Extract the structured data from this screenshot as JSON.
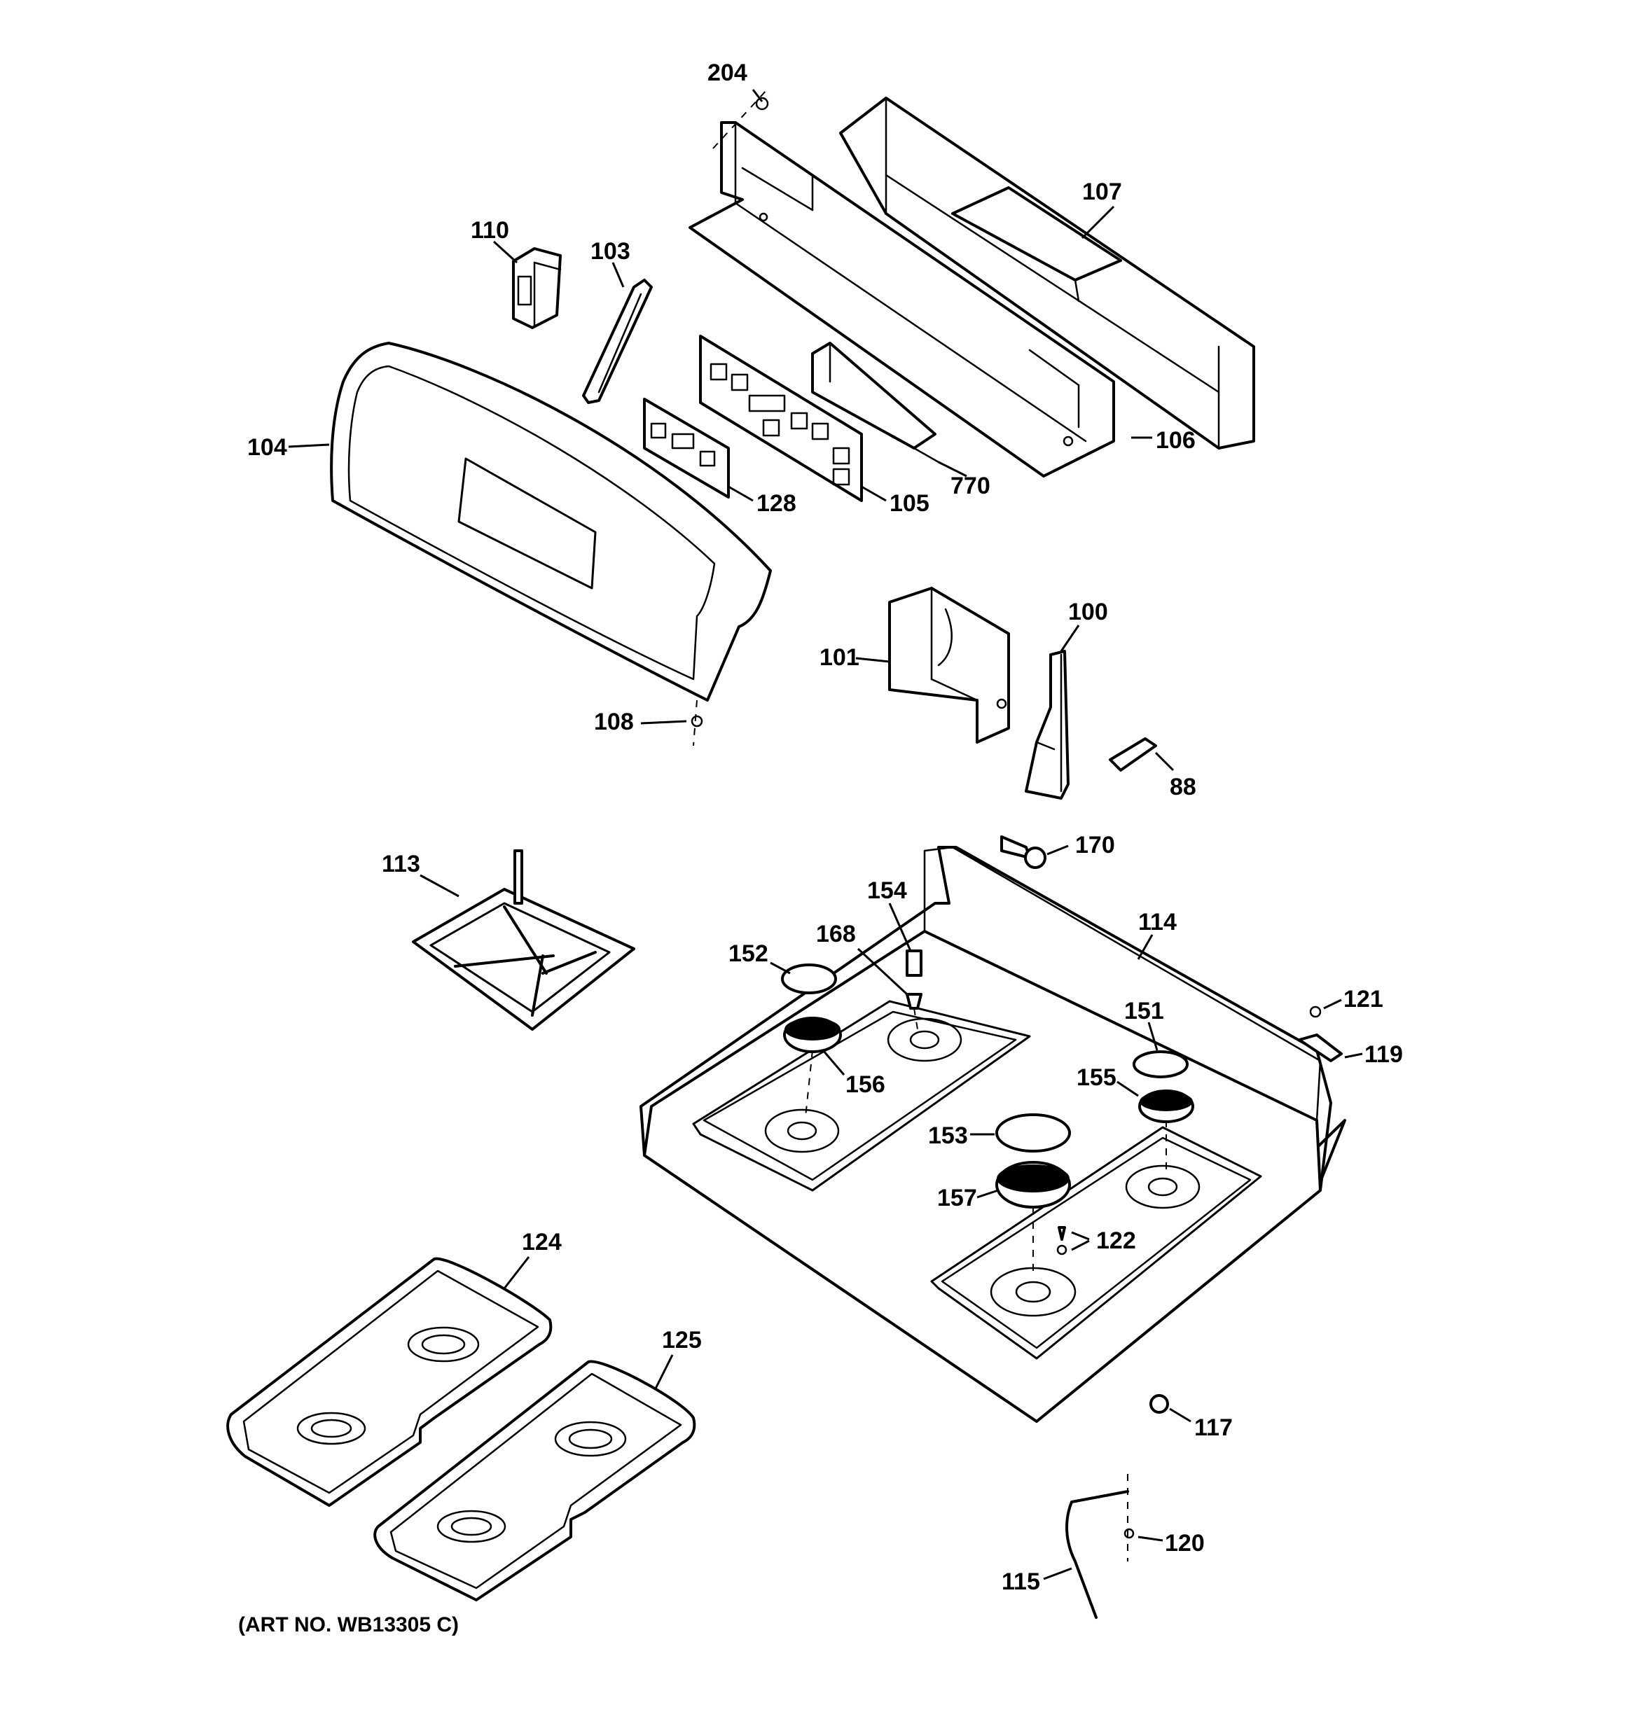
{
  "labels": {
    "l204": "204",
    "l107": "107",
    "l110": "110",
    "l103": "103",
    "l104": "104",
    "l106": "106",
    "l770": "770",
    "l128": "128",
    "l105": "105",
    "l100": "100",
    "l101": "101",
    "l108": "108",
    "l88": "88",
    "l170": "170",
    "l113": "113",
    "l154": "154",
    "l114": "114",
    "l168": "168",
    "l152": "152",
    "l121": "121",
    "l151": "151",
    "l119": "119",
    "l156": "156",
    "l155": "155",
    "l153": "153",
    "l157": "157",
    "l122": "122",
    "l124": "124",
    "l125": "125",
    "l117": "117",
    "l120": "120",
    "l115": "115"
  },
  "art_number": "(ART NO. WB13305 C)"
}
